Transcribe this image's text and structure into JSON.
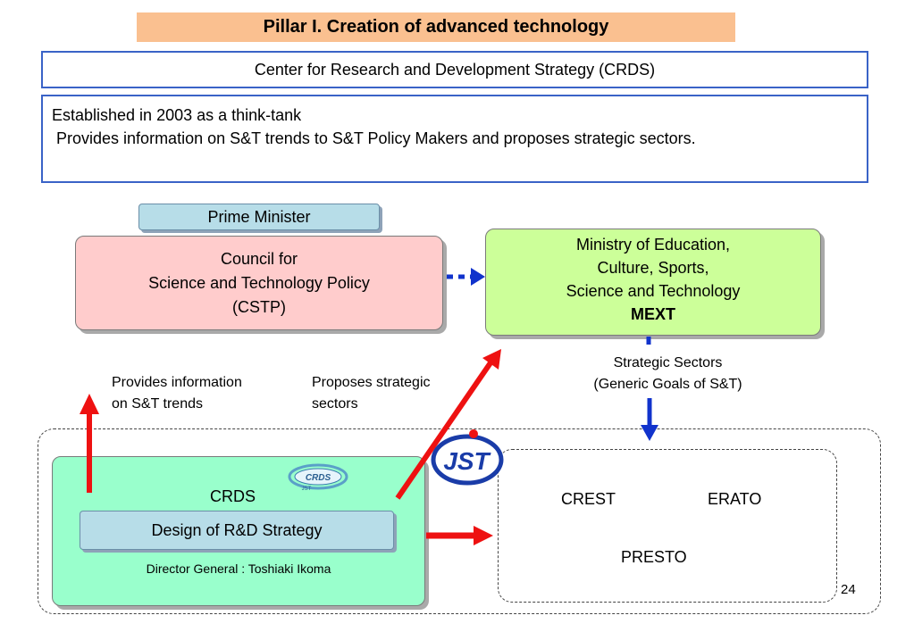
{
  "title": "Pillar I. Creation of advanced technology",
  "center": "Center for Research and Development Strategy (CRDS)",
  "description": {
    "line1": "Established in 2003 as a think-tank",
    "line2": " Provides information on S&T trends to S&T Policy Makers and proposes strategic sectors."
  },
  "prime_minister": "Prime Minister",
  "cstp": {
    "line1": "Council for",
    "line2": "Science and Technology Policy",
    "line3": "(CSTP)"
  },
  "mext": {
    "line1": "Ministry of Education,",
    "line2": "Culture, Sports,",
    "line3": "Science and Technology",
    "line4": "MEXT"
  },
  "notes": {
    "provides_1": "Provides information",
    "provides_2": "on S&T trends",
    "proposes_1": "Proposes strategic",
    "proposes_2": "sectors",
    "strategic_1": "Strategic Sectors",
    "strategic_2": "(Generic Goals of S&T)"
  },
  "crds": {
    "label": "CRDS",
    "design": "Design of R&D Strategy",
    "director": "Director General : Toshiaki Ikoma",
    "logo_text": "CRDS",
    "logo_sub": "JST"
  },
  "jst_logo": "JST",
  "programs": {
    "crest": "CREST",
    "erato": "ERATO",
    "presto": "PRESTO"
  },
  "page_number": "24",
  "colors": {
    "title_bg": "#fac090",
    "box_border": "#3a63c7",
    "cstp_bg": "#ffcccc",
    "mext_bg": "#ccff99",
    "crds_bg": "#99ffcc",
    "label_bg": "#b7dde8",
    "arrow_red": "#ee1111",
    "arrow_blue": "#1133cc"
  },
  "icons": [
    "red-arrow-up",
    "red-arrow-diagonal",
    "red-arrow-right",
    "blue-dotted-arrow",
    "blue-arrow-down",
    "jst-logo",
    "crds-logo"
  ]
}
